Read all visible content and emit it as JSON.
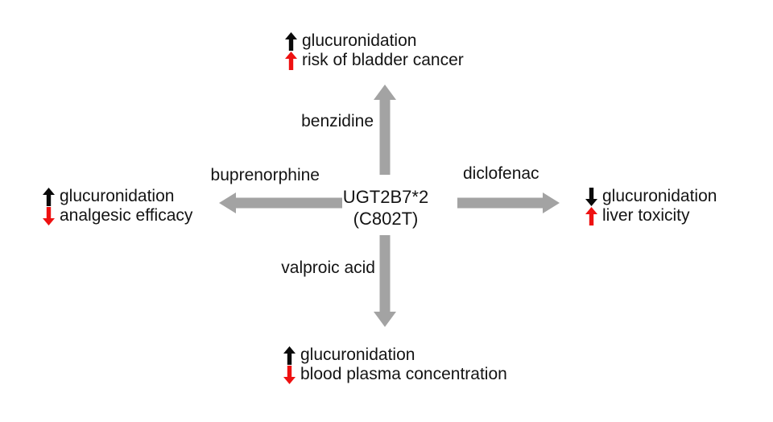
{
  "figure": {
    "background": "#ffffff"
  },
  "colors": {
    "black": "#0a0a0a",
    "red": "#ee1111",
    "gray": "#a3a3a3",
    "text": "#141414"
  },
  "center": {
    "gene": "UGT2B7*2",
    "variant": "(C802T)"
  },
  "branches": {
    "top": {
      "drug": "benzidine",
      "direction": "up",
      "effects": [
        {
          "arrow": "up",
          "arrow_color": "black",
          "label": "glucuronidation"
        },
        {
          "arrow": "up",
          "arrow_color": "red",
          "label": "risk of bladder cancer"
        }
      ]
    },
    "left": {
      "drug": "buprenorphine",
      "direction": "left",
      "effects": [
        {
          "arrow": "up",
          "arrow_color": "black",
          "label": "glucuronidation"
        },
        {
          "arrow": "down",
          "arrow_color": "red",
          "label": "analgesic efficacy"
        }
      ]
    },
    "right": {
      "drug": "diclofenac",
      "direction": "right",
      "effects": [
        {
          "arrow": "down",
          "arrow_color": "black",
          "label": "glucuronidation"
        },
        {
          "arrow": "up",
          "arrow_color": "red",
          "label": "liver toxicity"
        }
      ]
    },
    "bottom": {
      "drug": "valproic acid",
      "direction": "down",
      "effects": [
        {
          "arrow": "up",
          "arrow_color": "black",
          "label": "glucuronidation"
        },
        {
          "arrow": "down",
          "arrow_color": "red",
          "label": "blood plasma concentration"
        }
      ]
    }
  }
}
